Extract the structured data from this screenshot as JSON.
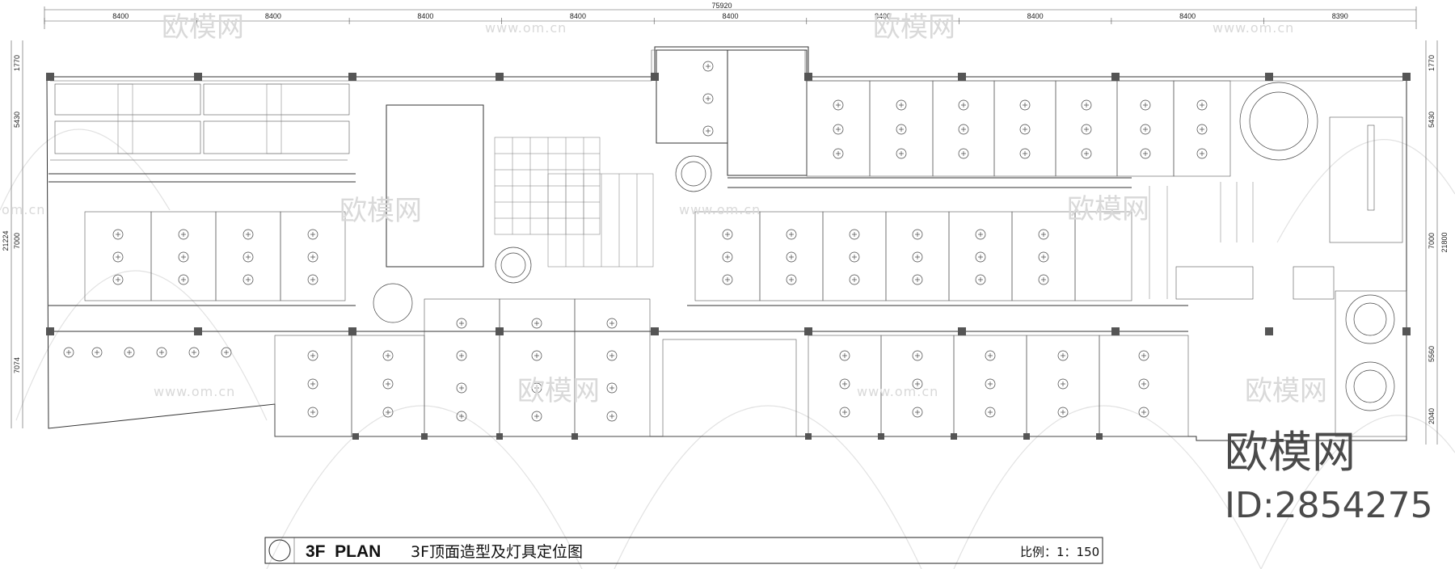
{
  "drawing": {
    "total_dimension": "75920",
    "bay_dimensions": [
      "8400",
      "8400",
      "8400",
      "8400",
      "8400",
      "8400",
      "8400",
      "8400",
      "8390"
    ],
    "left_dimensions": [
      "1770",
      "5430",
      "7000",
      "7074"
    ],
    "left_total": "21224",
    "right_dimensions": [
      "1770",
      "5430",
      "7000",
      "5560",
      "2040"
    ],
    "right_total": "21800"
  },
  "title_block": {
    "plan_code": "3F  PLAN",
    "plan_name": "3F顶面造型及灯具定位图",
    "scale": "比例：1：150"
  },
  "watermark": {
    "brand": "欧模网",
    "url": "www.om.cn",
    "url_short": "om.cn",
    "id": "ID:2854275"
  }
}
